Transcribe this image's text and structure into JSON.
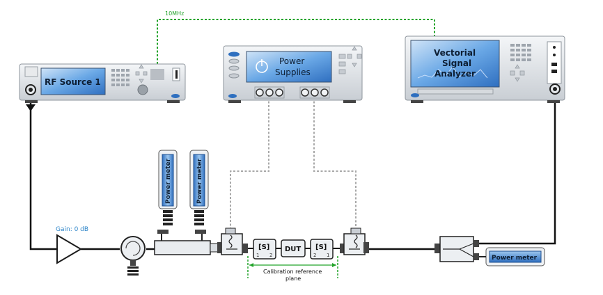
{
  "clock_label": "10MHz",
  "rf_source": {
    "label": "RF Source 1"
  },
  "power_supplies": {
    "label_line1": "Power",
    "label_line2": "Supplies"
  },
  "vsa": {
    "label_line1": "Vectorial",
    "label_line2": "Signal",
    "label_line3": "Analyzer"
  },
  "power_meter_label": "Power meter",
  "gain_label": "Gain: 0 dB",
  "s_param_label": "[S]",
  "port_left": {
    "a": "1",
    "b": "2"
  },
  "port_right": {
    "a": "2",
    "b": "1"
  },
  "dut_label": "DUT",
  "calibration": {
    "line1": "Calibration reference",
    "line2": "plane"
  },
  "colors": {
    "screen_blue": "#4a8fd8",
    "green_dash": "#22a32a",
    "gray_dash": "#a8a8a8",
    "gain_text": "#2f86c9"
  }
}
